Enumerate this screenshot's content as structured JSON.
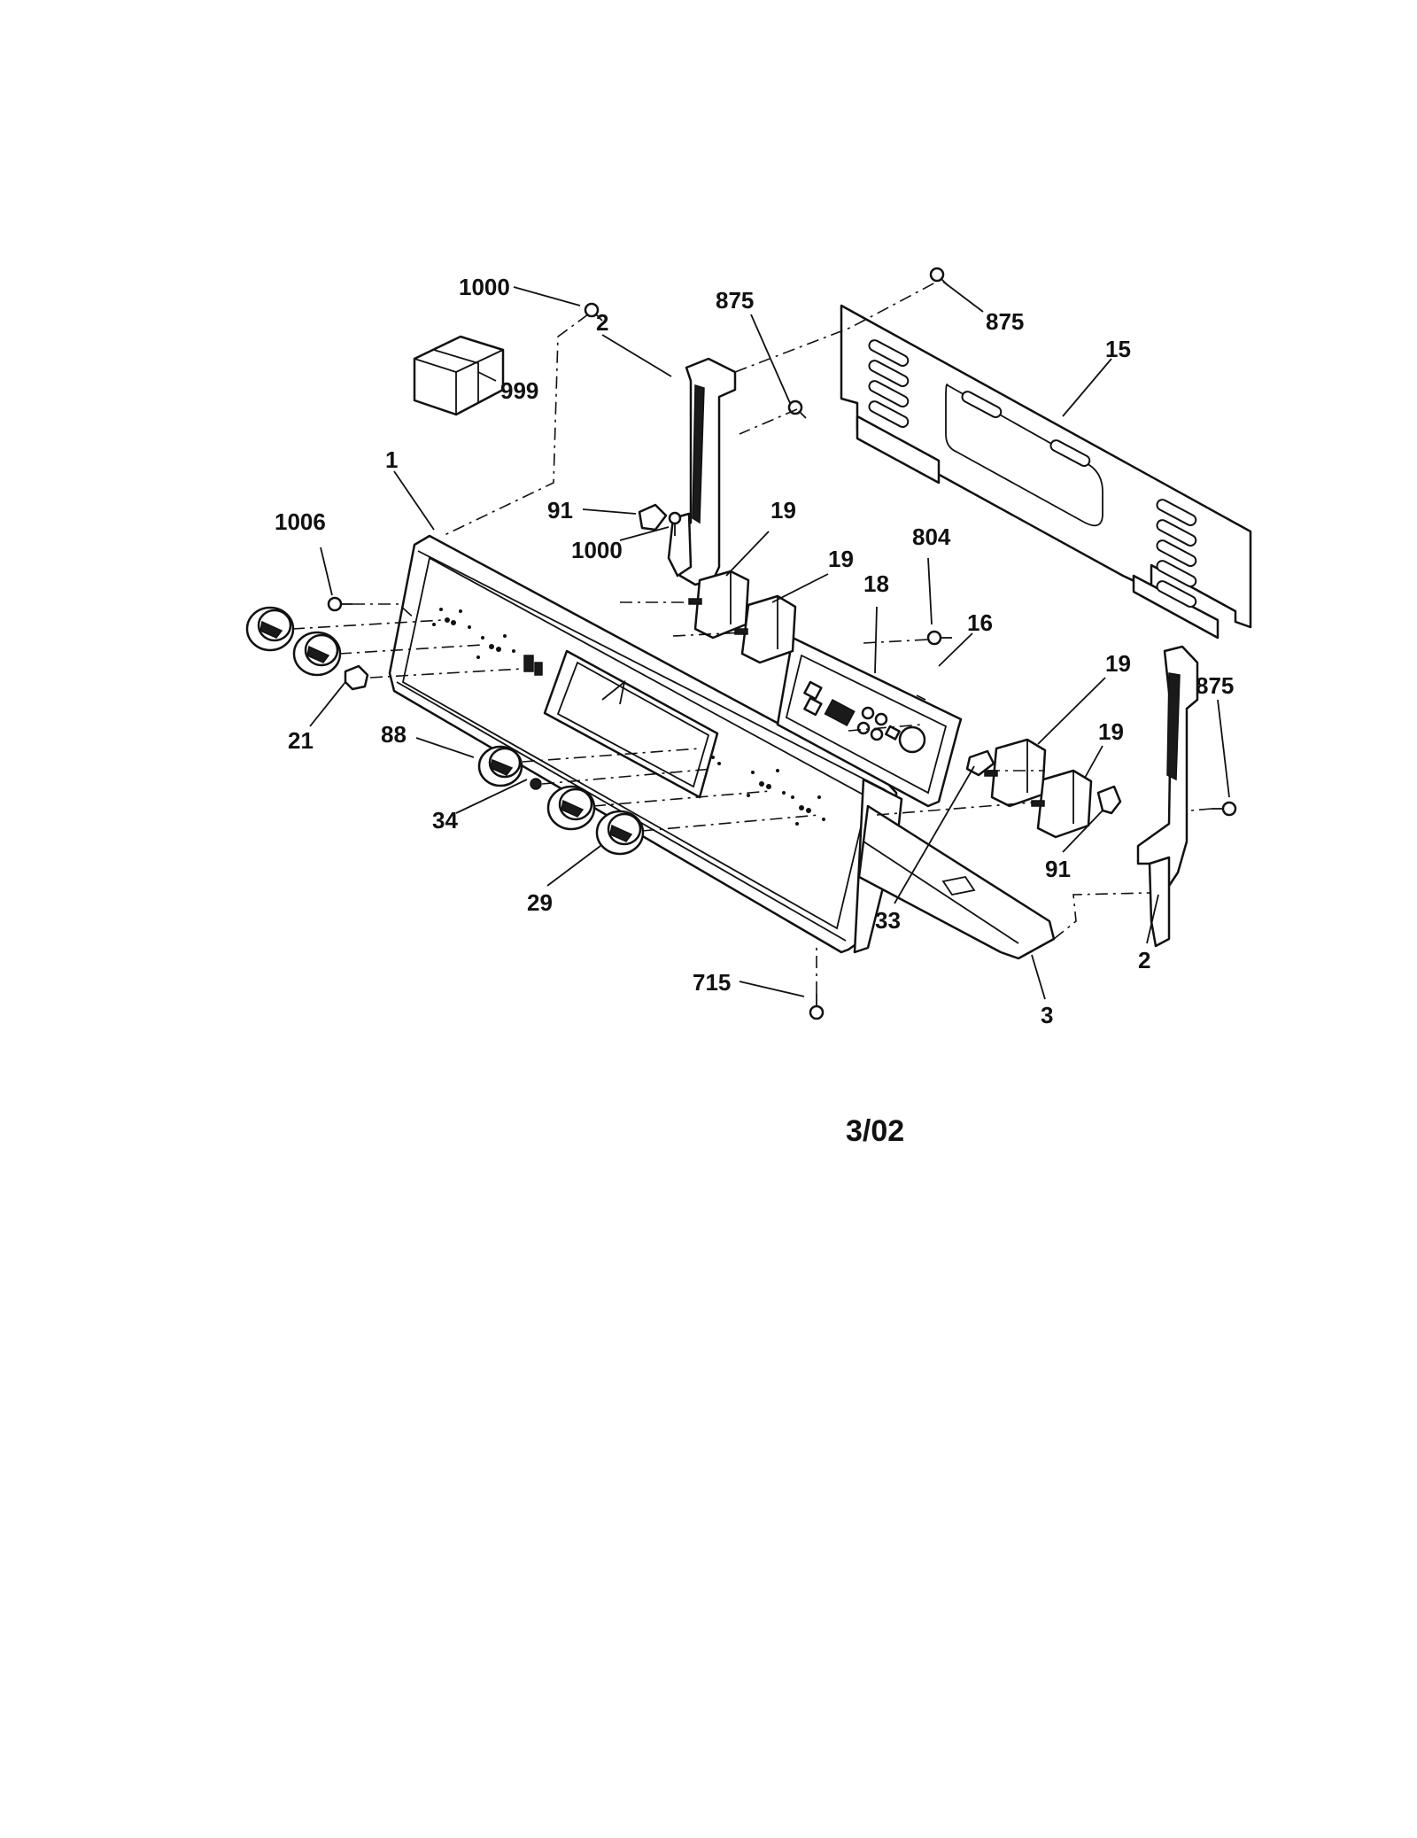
{
  "diagram": {
    "date_code": "3/02",
    "callouts": [
      {
        "id": "c1000a",
        "text": "1000"
      },
      {
        "id": "c2a",
        "text": "2"
      },
      {
        "id": "c875a",
        "text": "875"
      },
      {
        "id": "c875b",
        "text": "875"
      },
      {
        "id": "c15",
        "text": "15"
      },
      {
        "id": "c999",
        "text": "999"
      },
      {
        "id": "c1",
        "text": "1"
      },
      {
        "id": "c91a",
        "text": "91"
      },
      {
        "id": "c1000b",
        "text": "1000"
      },
      {
        "id": "c1006",
        "text": "1006"
      },
      {
        "id": "c19a",
        "text": "19"
      },
      {
        "id": "c19b",
        "text": "19"
      },
      {
        "id": "c18",
        "text": "18"
      },
      {
        "id": "c804",
        "text": "804"
      },
      {
        "id": "c16",
        "text": "16"
      },
      {
        "id": "c19c",
        "text": "19"
      },
      {
        "id": "c19d",
        "text": "19"
      },
      {
        "id": "c875c",
        "text": "875"
      },
      {
        "id": "c21",
        "text": "21"
      },
      {
        "id": "c88",
        "text": "88"
      },
      {
        "id": "c34",
        "text": "34"
      },
      {
        "id": "c29",
        "text": "29"
      },
      {
        "id": "c91b",
        "text": "91"
      },
      {
        "id": "c33",
        "text": "33"
      },
      {
        "id": "c2b",
        "text": "2"
      },
      {
        "id": "c715",
        "text": "715"
      },
      {
        "id": "c3",
        "text": "3"
      }
    ]
  }
}
